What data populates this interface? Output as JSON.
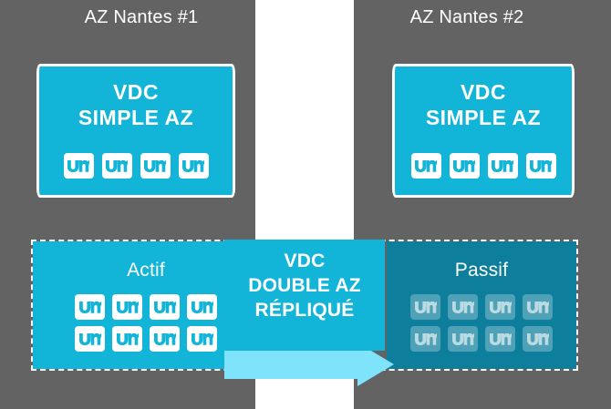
{
  "diagram": {
    "title_left": "AZ Nantes #1",
    "title_right": "AZ Nantes #2",
    "colors": {
      "background": "#636363",
      "accent_cyan": "#12b4d8",
      "passive_teal": "#0d7e9c",
      "arrow_light": "#7fe4fb",
      "divider_white": "#ffffff"
    },
    "top_cards": [
      {
        "name": "vdc-simple-az-left",
        "line1": "VDC",
        "line2": "SIMPLE AZ",
        "vm_count": 4,
        "vm_label": "vm"
      },
      {
        "name": "vdc-simple-az-right",
        "line1": "VDC",
        "line2": "SIMPLE AZ",
        "vm_count": 4,
        "vm_label": "vm"
      }
    ],
    "bottom": {
      "actif": {
        "title": "Actif",
        "vm_rows": 2,
        "vm_per_row": 4,
        "vm_label": "vm"
      },
      "passif": {
        "title": "Passif",
        "vm_rows": 2,
        "vm_per_row": 4,
        "vm_label": "vm"
      },
      "replication": {
        "line1": "VDC",
        "line2": "DOUBLE AZ",
        "line3": "RÉPLIQUÉ",
        "arrow_direction": "right"
      }
    }
  }
}
